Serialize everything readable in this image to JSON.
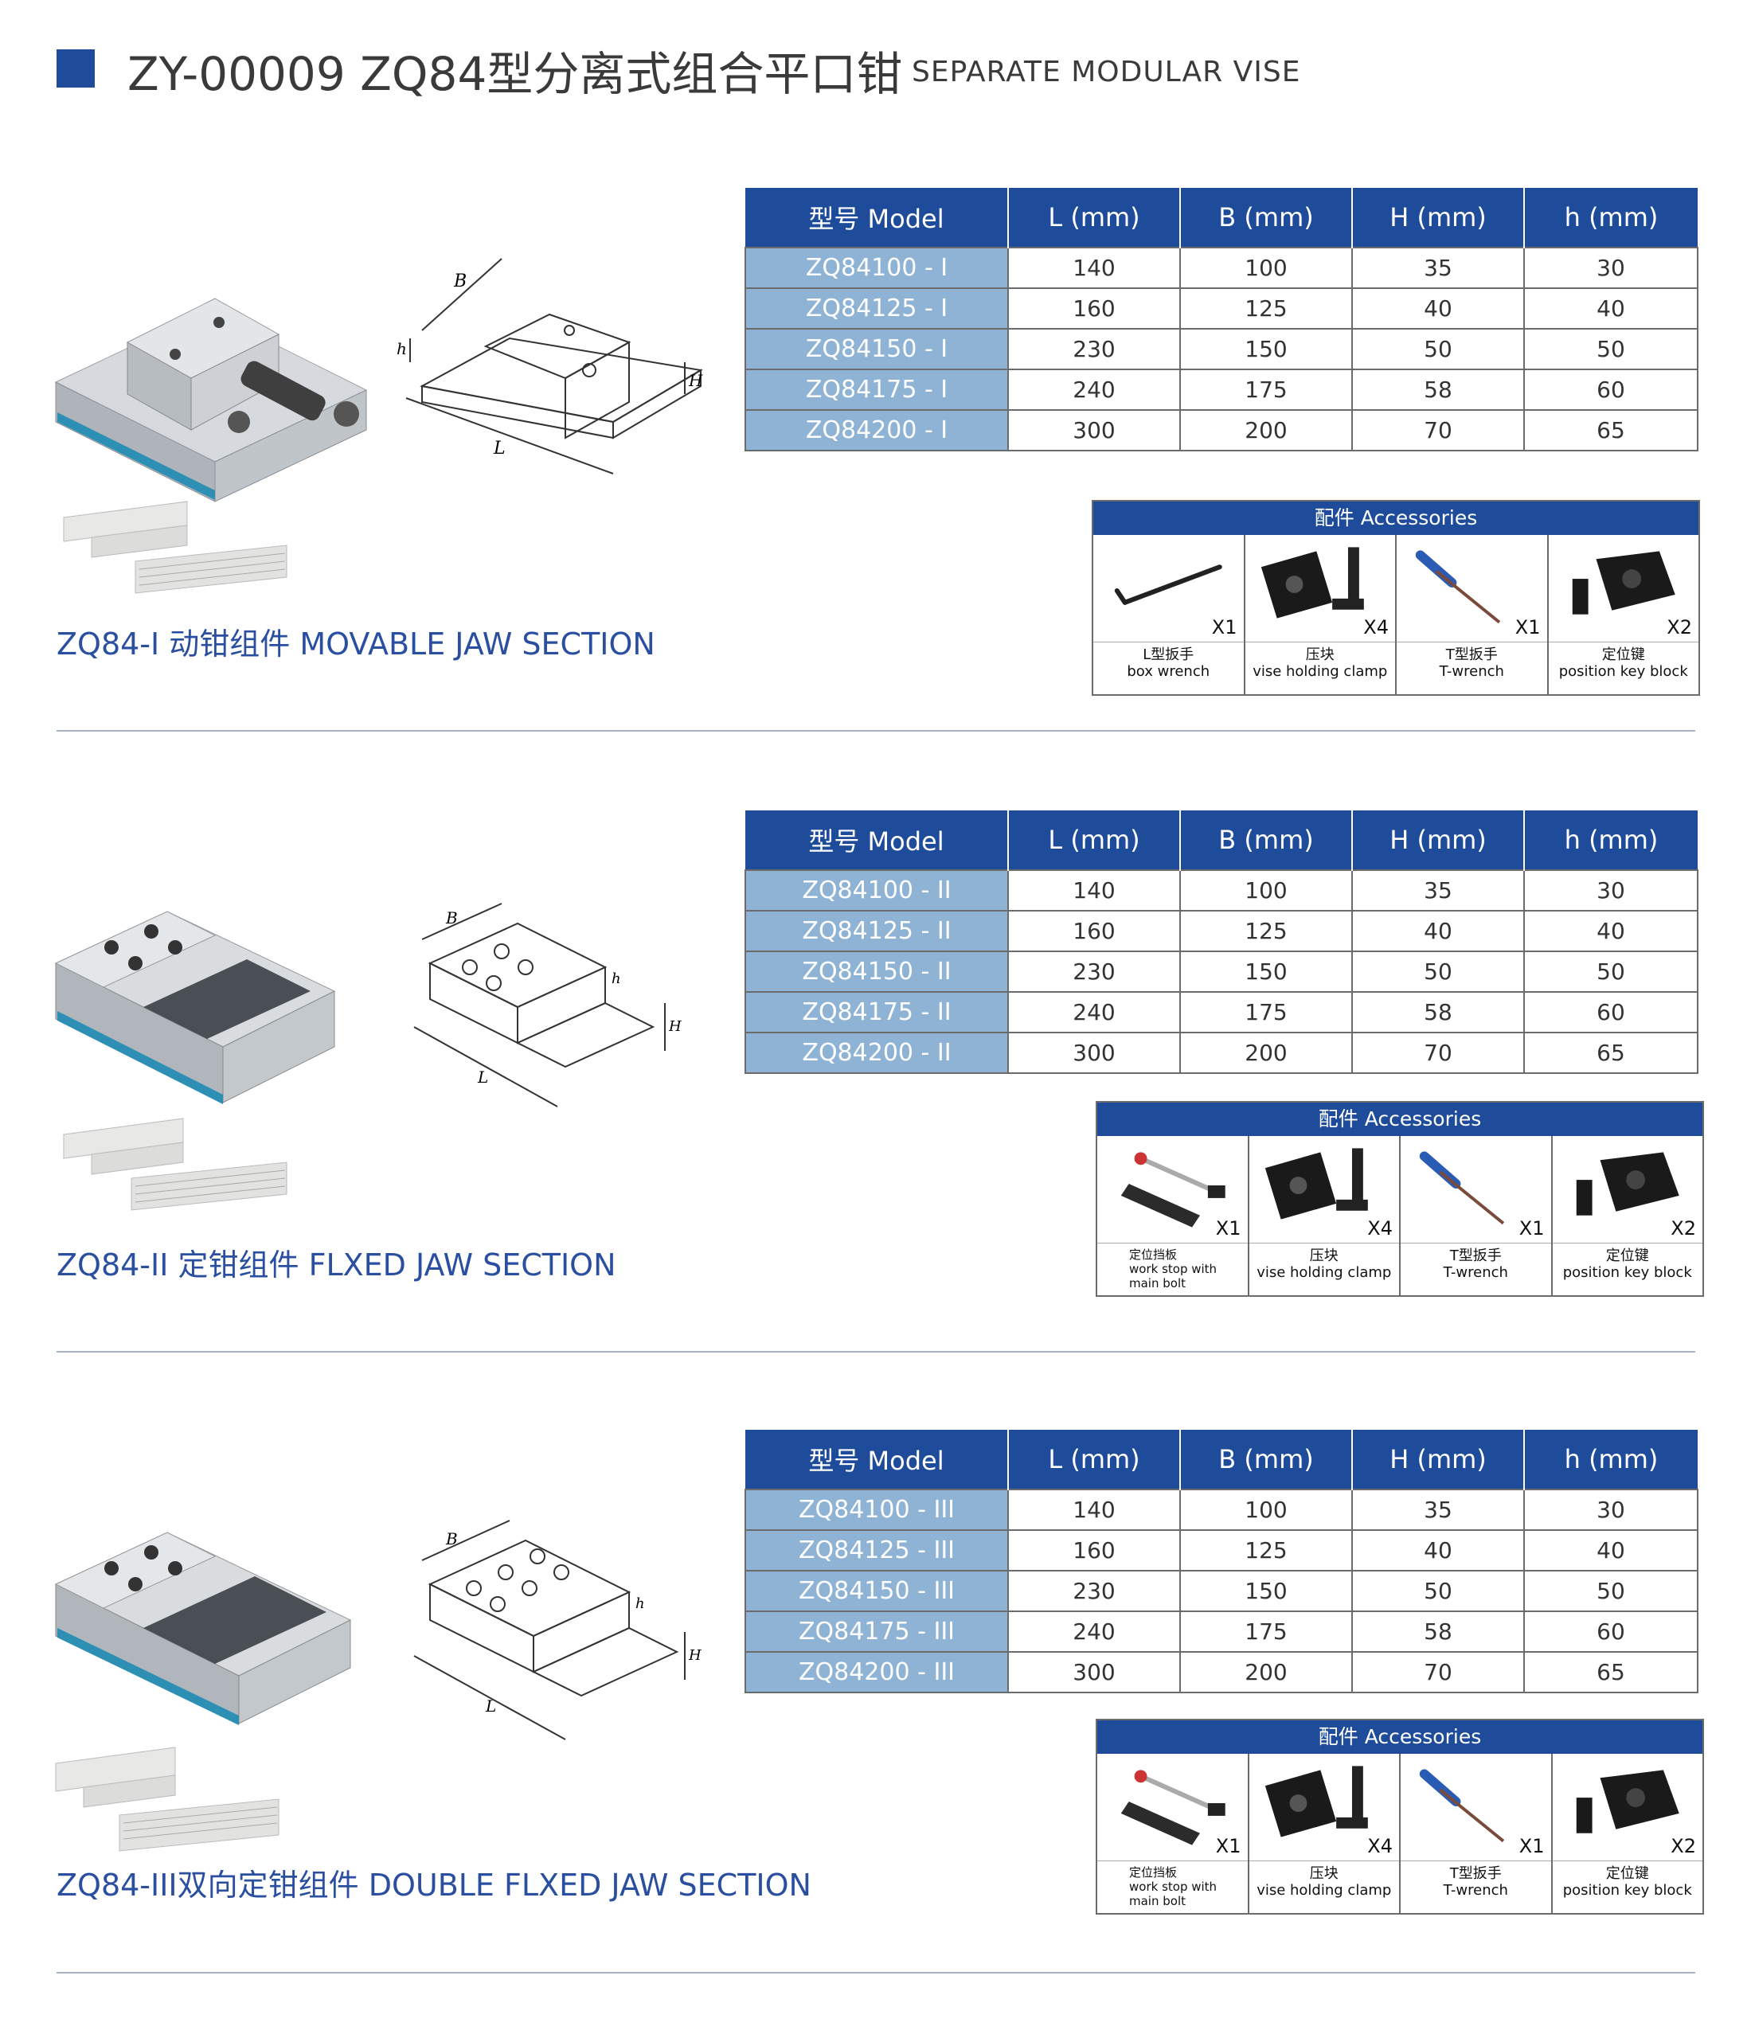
{
  "header": {
    "title": "ZY-00009 ZQ84型分离式组合平口钳",
    "subtitle": "SEPARATE MODULAR VISE"
  },
  "table_headers": [
    "型号 Model",
    "L (mm)",
    "B (mm)",
    "H (mm)",
    "h (mm)"
  ],
  "sections": [
    {
      "caption": "ZQ84-I 动钳组件 MOVABLE JAW SECTION",
      "rows": [
        [
          "ZQ84100 - I",
          "140",
          "100",
          "35",
          "30"
        ],
        [
          "ZQ84125 - I",
          "160",
          "125",
          "40",
          "40"
        ],
        [
          "ZQ84150 - I",
          "230",
          "150",
          "50",
          "50"
        ],
        [
          "ZQ84175 - I",
          "240",
          "175",
          "58",
          "60"
        ],
        [
          "ZQ84200 - I",
          "300",
          "200",
          "70",
          "65"
        ]
      ],
      "accessories": {
        "title": "配件 Accessories",
        "items": [
          {
            "icon": "l-wrench-icon",
            "qty": "X1",
            "zh": "L型扳手",
            "en": "box wrench"
          },
          {
            "icon": "clamp-block-icon",
            "qty": "X4",
            "zh": "压块",
            "en": "vise holding clamp"
          },
          {
            "icon": "t-wrench-icon",
            "qty": "X1",
            "zh": "T型扳手",
            "en": "T-wrench"
          },
          {
            "icon": "key-block-icon",
            "qty": "X2",
            "zh": "定位键",
            "en": "position key block"
          }
        ]
      }
    },
    {
      "caption": "ZQ84-II 定钳组件 FLXED JAW SECTION",
      "rows": [
        [
          "ZQ84100 - II",
          "140",
          "100",
          "35",
          "30"
        ],
        [
          "ZQ84125 - II",
          "160",
          "125",
          "40",
          "40"
        ],
        [
          "ZQ84150 - II",
          "230",
          "150",
          "50",
          "50"
        ],
        [
          "ZQ84175 - II",
          "240",
          "175",
          "58",
          "60"
        ],
        [
          "ZQ84200 - II",
          "300",
          "200",
          "70",
          "65"
        ]
      ],
      "accessories": {
        "title": "配件 Accessories",
        "items": [
          {
            "icon": "work-stop-icon",
            "qty": "X1",
            "zh": "定位挡板",
            "en": "work stop with main bolt"
          },
          {
            "icon": "clamp-block-icon",
            "qty": "X4",
            "zh": "压块",
            "en": "vise holding clamp"
          },
          {
            "icon": "t-wrench-icon",
            "qty": "X1",
            "zh": "T型扳手",
            "en": "T-wrench"
          },
          {
            "icon": "key-block-icon",
            "qty": "X2",
            "zh": "定位键",
            "en": "position key block"
          }
        ]
      }
    },
    {
      "caption": "ZQ84-III双向定钳组件 DOUBLE FLXED JAW SECTION",
      "rows": [
        [
          "ZQ84100 - III",
          "140",
          "100",
          "35",
          "30"
        ],
        [
          "ZQ84125 - III",
          "160",
          "125",
          "40",
          "40"
        ],
        [
          "ZQ84150 - III",
          "230",
          "150",
          "50",
          "50"
        ],
        [
          "ZQ84175 - III",
          "240",
          "175",
          "58",
          "60"
        ],
        [
          "ZQ84200 - III",
          "300",
          "200",
          "70",
          "65"
        ]
      ],
      "accessories": {
        "title": "配件 Accessories",
        "items": [
          {
            "icon": "work-stop-icon",
            "qty": "X1",
            "zh": "定位挡板",
            "en": "work stop with main bolt"
          },
          {
            "icon": "clamp-block-icon",
            "qty": "X4",
            "zh": "压块",
            "en": "vise holding clamp"
          },
          {
            "icon": "t-wrench-icon",
            "qty": "X1",
            "zh": "T型扳手",
            "en": "T-wrench"
          },
          {
            "icon": "key-block-icon",
            "qty": "X2",
            "zh": "定位键",
            "en": "position key block"
          }
        ]
      }
    }
  ],
  "drawing_labels": {
    "l": "L",
    "b": "B",
    "h_upper": "H",
    "h_lower": "h"
  },
  "colors": {
    "accent": "#1e4c9a",
    "model_cell": "#8fb3d5",
    "caption": "#2a4fa0",
    "steel": "#c9ced4",
    "jaw_stripe": "#2e8fb5"
  }
}
